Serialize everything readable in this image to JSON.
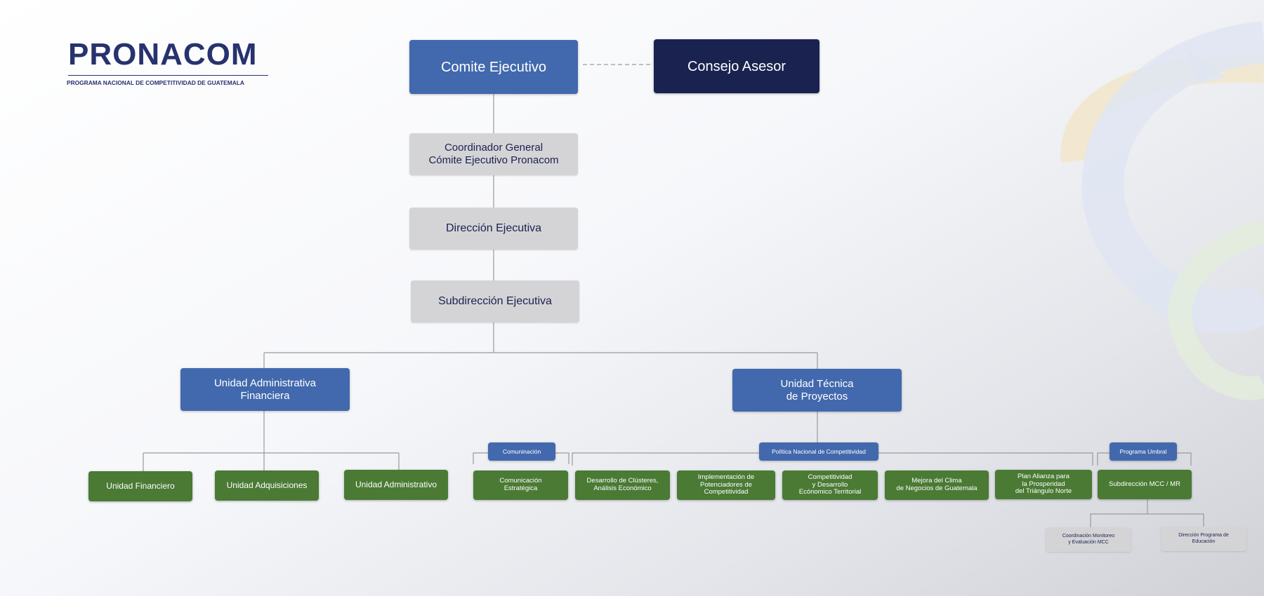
{
  "logo": {
    "wordmark": "PRONACOM",
    "subtitle": "PROGRAMA NACIONAL DE COMPETITIVIDAD DE GUATEMALA"
  },
  "boxes": {
    "comite": "Comite Ejecutivo",
    "consejo": "Consejo Asesor",
    "coordinador": "Coordinador General\nCómite Ejecutivo Pronacom",
    "direccion": "Dirección Ejecutiva",
    "subdireccion": "Subdirección Ejecutiva",
    "admin_fin": "Unidad Administrativa\nFinanciera",
    "tecnica": "Unidad Técnica\nde Proyectos",
    "financiero": "Unidad Financiero",
    "adquisiciones": "Unidad Adquisiciones",
    "administrativo": "Unidad Administrativo",
    "comunicacion_header": "Comuninación",
    "politica_header": "Política Nacional de Competitividad",
    "umbral_header": "Programa Umbral",
    "comunicacion": "Comunicación\nEstratégica",
    "clusteres": "Desarrollo de Clústeres,\nAnálisis Económico",
    "potenciadores": "Implementación de\nPotenciadores de\nCompetitividad",
    "territorial": "Competitividad\ny Desarrollo\nEcónomico Territorial",
    "clima": "Mejora del Clima\nde Negocios de Guatemala",
    "alianza": "Plan Alianza para\nla Prosperidad\ndel Triángulo Norte",
    "mcc": "Subdirección MCC / MR",
    "monitoreo": "Coordinación Monitoreo\ny Evaluación MCC",
    "educacion": "Dirección Programa de\nEducación"
  },
  "colors": {
    "primary_blue": "#4269ad",
    "navy": "#1a2250",
    "gray": "#d4d4d6",
    "green": "#4a7a34",
    "connector": "#9a9a9a"
  }
}
